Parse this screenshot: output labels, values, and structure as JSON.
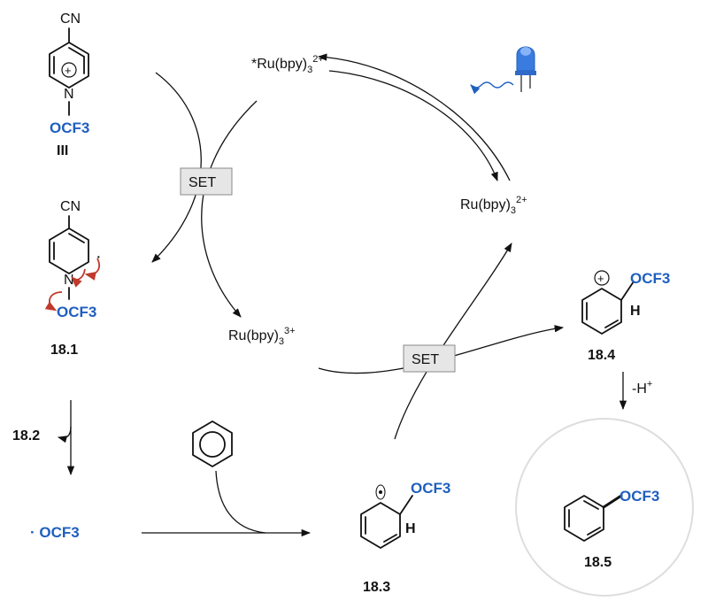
{
  "colors": {
    "accent_blue": "#1f5fbf",
    "electron_arrow_red": "#c0392b",
    "set_box_fill": "#e6e6e6",
    "product_circle": "#dddddd"
  },
  "icons": {
    "light_source": "blue-led-icon"
  },
  "compounds": {
    "reagent": {
      "label": "III",
      "substituent": "OCF3",
      "top_group": "CN",
      "charge": "+"
    },
    "radical_18_1": {
      "label": "18.1",
      "substituent": "OCF3",
      "top_group": "CN",
      "radical": "·"
    },
    "byproduct": {
      "label": "18.2"
    },
    "ocf3_radical": {
      "text": "· OCF3"
    },
    "radical_18_3": {
      "label": "18.3",
      "substituent": "OCF3",
      "hydrogen": "H"
    },
    "cation_18_4": {
      "label": "18.4",
      "substituent": "OCF3",
      "hydrogen": "H",
      "charge": "+"
    },
    "product_18_5": {
      "label": "18.5",
      "substituent": "OCF3"
    }
  },
  "catalyst": {
    "excited": "*Ru(bpy)",
    "excited_sub": "3",
    "excited_sup": "2+",
    "ground": "Ru(bpy)",
    "ground_sub": "3",
    "ground_sup": "2+",
    "oxidized": "Ru(bpy)",
    "oxidized_sub": "3",
    "oxidized_sup": "3+"
  },
  "steps": {
    "set_1": "SET",
    "set_2": "SET",
    "deprotonation": "-H+"
  }
}
